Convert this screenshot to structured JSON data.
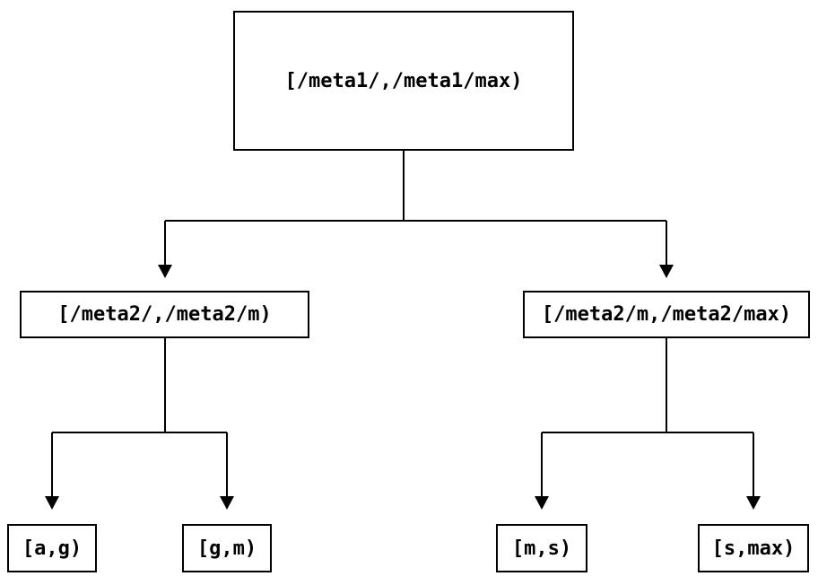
{
  "diagram": {
    "type": "tree",
    "background_color": "#ffffff",
    "line_color": "#000000",
    "text_color": "#000000",
    "nodes": {
      "root": {
        "label": "[/meta1/,/meta1/max)"
      },
      "left_mid": {
        "label": "[/meta2/,/meta2/m)"
      },
      "right_mid": {
        "label": "[/meta2/m,/meta2/max)"
      },
      "leaf_ag": {
        "label": "[a,g)"
      },
      "leaf_gm": {
        "label": "[g,m)"
      },
      "leaf_ms": {
        "label": "[m,s)"
      },
      "leaf_smax": {
        "label": "[s,max)"
      }
    },
    "edges": [
      {
        "from": "root",
        "to": "left_mid"
      },
      {
        "from": "root",
        "to": "right_mid"
      },
      {
        "from": "left_mid",
        "to": "leaf_ag"
      },
      {
        "from": "left_mid",
        "to": "leaf_gm"
      },
      {
        "from": "right_mid",
        "to": "leaf_ms"
      },
      {
        "from": "right_mid",
        "to": "leaf_smax"
      }
    ]
  }
}
